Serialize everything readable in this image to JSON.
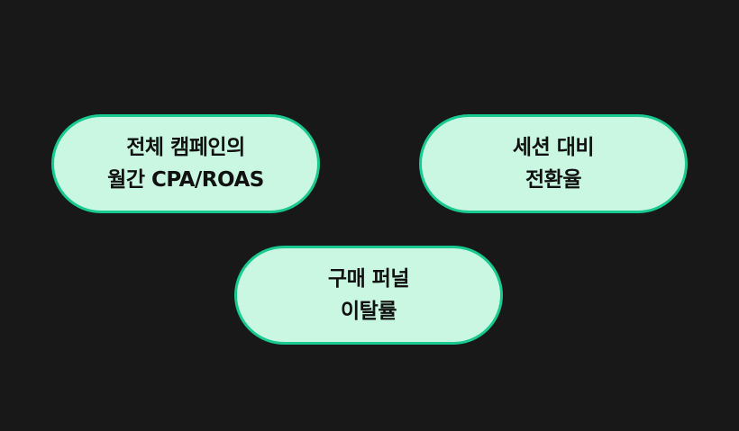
{
  "nodes": [
    {
      "lines": [
        "전체 캠페인의",
        "월간 CPA/ROAS"
      ]
    },
    {
      "lines": [
        "세션 대비",
        "전환율"
      ]
    },
    {
      "lines": [
        "구매 퍼널",
        "이탈률"
      ]
    }
  ],
  "colors": {
    "background": "#181818",
    "node_fill": "#c9f7e2",
    "node_border": "#18c990",
    "text": "#111111"
  }
}
